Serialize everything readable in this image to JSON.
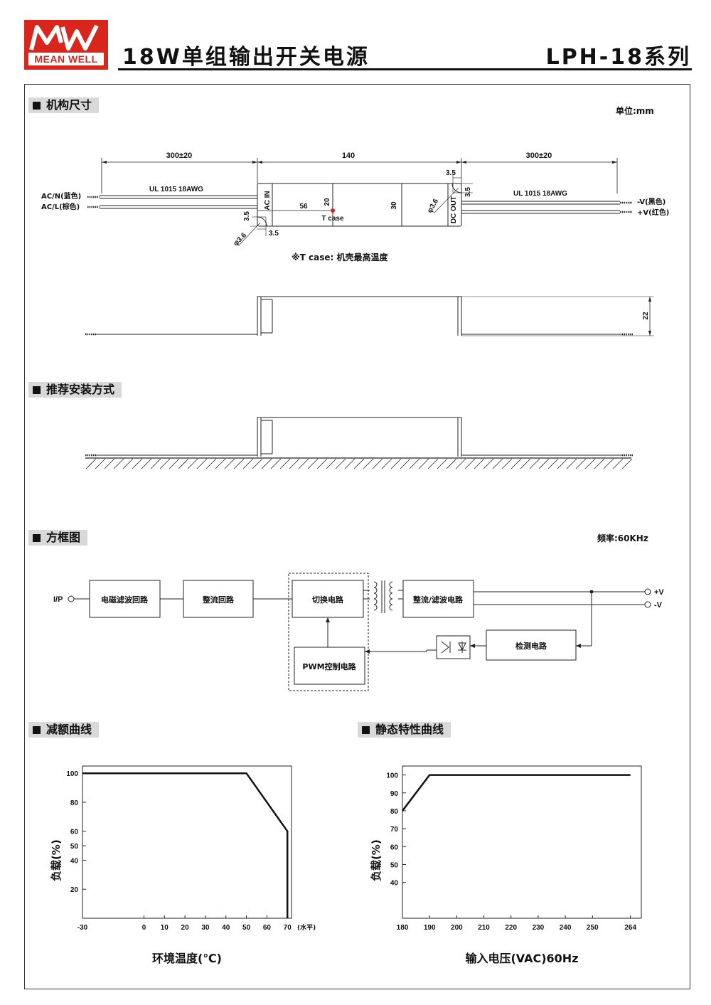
{
  "header": {
    "brand_name": "MEAN WELL",
    "title": "18W单组输出开关电源",
    "model": "LPH-18系列"
  },
  "mechanical": {
    "section_title": "机构尺寸",
    "unit_label": "单位:mm",
    "dim_left_cable": "300±20",
    "dim_body": "140",
    "dim_right_cable": "300±20",
    "cable_left_label": "UL 1015 18AWG",
    "cable_right_label": "UL 1015 18AWG",
    "input_n_label": "AC/N(蓝色)",
    "input_l_label": "AC/L(棕色)",
    "output_neg_label": "-V(黑色)",
    "output_pos_label": "+V(红色)",
    "ac_in_label": "AC IN",
    "dc_out_label": "DC OUT",
    "dim_56": "56",
    "dim_20": "20",
    "dim_30": "30",
    "dim_3_5": "3.5",
    "dim_hole": "φ3.6",
    "tcase_point": "T case",
    "tcase_note": "※T case: 机壳最高温度",
    "dim_height": "22"
  },
  "mounting": {
    "section_title": "推荐安装方式"
  },
  "block_diagram": {
    "section_title": "方框图",
    "frequency": "频率:60KHz",
    "input_label": "I/P",
    "emi_filter": "电磁滤波回路",
    "rectifier": "整流回路",
    "switching": "切换电路",
    "output_rect": "整流/滤波电路",
    "pwm": "PWM控制电路",
    "detect": "检测电路",
    "out_pos": "+V",
    "out_neg": "-V"
  },
  "derating": {
    "section_title": "减额曲线",
    "chart_data": {
      "type": "line",
      "title": "",
      "xlabel": "环境温度(℃)",
      "ylabel": "负载(%)",
      "x_unit_note": "(水平)",
      "x_ticks": [
        "-30",
        "0",
        "10",
        "20",
        "30",
        "40",
        "50",
        "60",
        "70"
      ],
      "y_ticks": [
        "100",
        "80",
        "60",
        "50",
        "40",
        "20"
      ],
      "xlim": [
        -30,
        72
      ],
      "ylim": [
        0,
        105
      ],
      "series": [
        {
          "x": [
            -30,
            50,
            70,
            70
          ],
          "y": [
            100,
            100,
            60,
            0
          ]
        }
      ]
    }
  },
  "static": {
    "section_title": "静态特性曲线",
    "chart_data": {
      "type": "line",
      "title": "",
      "xlabel": "输入电压(VAC)60Hz",
      "ylabel": "负载(%)",
      "x_ticks": [
        "180",
        "190",
        "200",
        "210",
        "220",
        "230",
        "240",
        "250",
        "264"
      ],
      "y_ticks": [
        "100",
        "90",
        "80",
        "70",
        "60",
        "50",
        "40"
      ],
      "xlim": [
        180,
        268
      ],
      "ylim": [
        20,
        105
      ],
      "series": [
        {
          "x": [
            180,
            190,
            264
          ],
          "y": [
            80,
            100,
            100
          ]
        }
      ]
    }
  },
  "colors": {
    "brand_red": "#d9261c",
    "section_bg": "#d9d9d9",
    "tcase_dot": "#e02020"
  }
}
